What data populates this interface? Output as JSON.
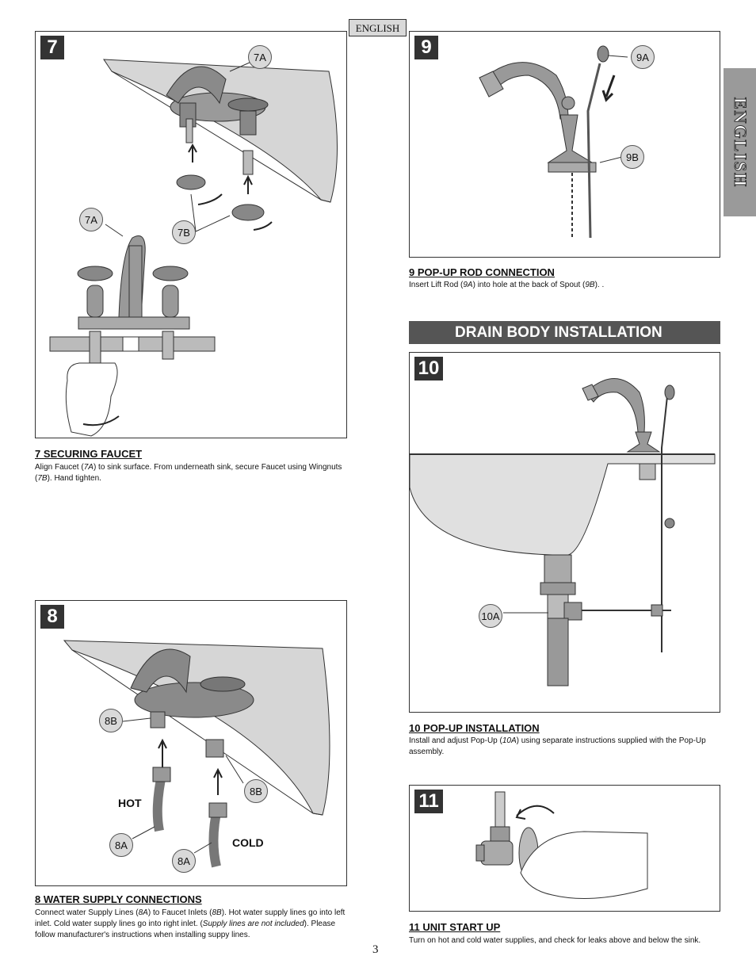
{
  "header": {
    "language_label": "ENGLISH"
  },
  "side_tab": {
    "label": "ENGLISH"
  },
  "steps": {
    "s7": {
      "number": "7",
      "callouts": [
        "7A",
        "7A",
        "7B"
      ],
      "title": "7  SECURING FAUCET",
      "text_parts": [
        "Align Faucet (",
        "7A",
        ") to sink surface.  From underneath sink, secure Faucet using Wingnuts (",
        "7B",
        "). Hand tighten."
      ]
    },
    "s8": {
      "number": "8",
      "callouts": [
        "8B",
        "8B",
        "8A",
        "8A"
      ],
      "hot_label": "HOT",
      "cold_label": "COLD",
      "title": "8  WATER SUPPLY CONNECTIONS",
      "text_parts": [
        "Connect water Supply Lines (",
        "8A",
        ") to Faucet Inlets (",
        "8B",
        ").  Hot water supply lines go into left inlet.  Cold water supply lines go into right inlet.  (",
        "Supply lines are not included",
        "). Please follow manufacturer's instructions when installing suppy lines."
      ]
    },
    "s9": {
      "number": "9",
      "callouts": [
        "9A",
        "9B"
      ],
      "title": "9  POP-UP ROD CONNECTION",
      "text_parts": [
        "Insert Lift Rod (",
        "9A",
        ") into hole at the back of Spout (",
        "9B",
        ").  ."
      ]
    },
    "s10": {
      "number": "10",
      "callouts": [
        "10A"
      ],
      "title": "10  POP-UP INSTALLATION",
      "text_parts": [
        "Install and adjust Pop-Up (",
        "10A",
        ") using separate instructions supplied with the Pop-Up assembly."
      ]
    },
    "s11": {
      "number": "11",
      "title": "11  UNIT START UP",
      "text": "Turn on hot and cold water supplies, and check for leaks above and below the sink."
    }
  },
  "section": {
    "drain_title": "DRAIN BODY INSTALLATION"
  },
  "footer": {
    "page_number": "3"
  }
}
